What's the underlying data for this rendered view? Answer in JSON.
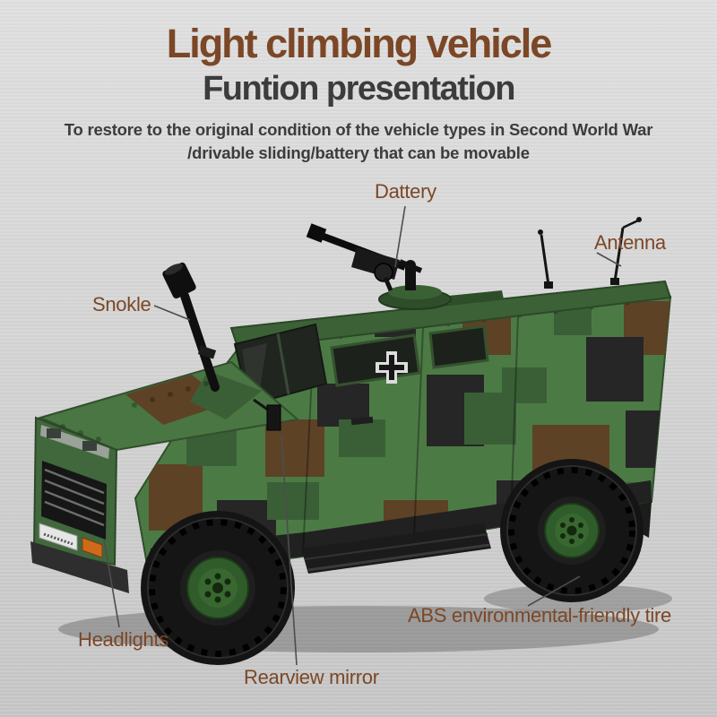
{
  "header": {
    "title": "Light climbing vehicle",
    "subtitle": "Funtion presentation",
    "description_line1": "To restore to the original condition of the vehicle types in Second World War",
    "description_line2": "/drivable sliding/battery that can be movable"
  },
  "callouts": {
    "battery": "Dattery",
    "antenna": "Antenna",
    "snorkel": "Snokle",
    "headlights": "Headlights",
    "rearview_mirror": "Rearview mirror",
    "tire": "ABS environmental-friendly tire"
  },
  "colors": {
    "accent_brown": "#7b4727",
    "text_dark": "#3c3c3c",
    "background_light": "#dedede",
    "background_dark": "#c7c7c7",
    "camo_green": "#4c7a45",
    "camo_dark_green": "#3a5f36",
    "camo_brown": "#5d4226",
    "camo_black": "#262626",
    "wheel_hub_green": "#2f5c2a",
    "blinker_orange": "#d06a1a",
    "leader_line": "#4d4d4d"
  }
}
